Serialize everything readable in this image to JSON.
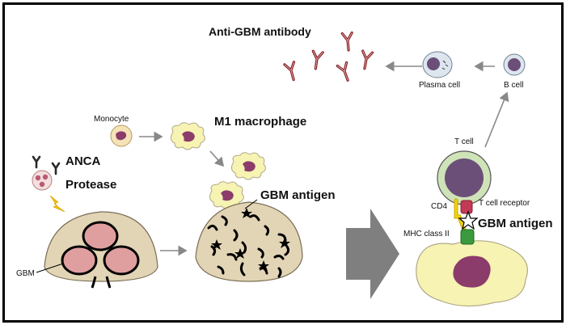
{
  "labels": {
    "anti_gbm_antibody": "Anti-GBM antibody",
    "plasma_cell": "Plasma cell",
    "b_cell": "B cell",
    "monocyte": "Monocyte",
    "m1_macrophage": "M1 macrophage",
    "anca": "ANCA",
    "protease": "Protease",
    "gbm": "GBM",
    "gbm_antigen_center": "GBM antigen",
    "t_cell": "T cell",
    "cd4": "CD4",
    "t_cell_receptor": "T cell receptor",
    "gbm_antigen_right": "GBM antigen",
    "mhc_class_ii": "MHC class II"
  },
  "colors": {
    "frame": "#000000",
    "glomerulus_fill": "#e2d5b6",
    "capillary_fill": "#df9f9f",
    "macrophage_fill": "#f7f3b3",
    "macrophage_nucleus": "#8b3c6a",
    "t_cell_outer": "#cfe3b8",
    "t_cell_nucleus": "#6b4f78",
    "b_cell_outer": "#dde6ef",
    "antibody": "#8b1e24",
    "cd4": "#f2d20b",
    "tcr": "#c33a54",
    "mhc": "#3a9a3d",
    "arrow": "#888888",
    "big_arrow": "#7f7f7f",
    "lightning": "#f5c000"
  }
}
